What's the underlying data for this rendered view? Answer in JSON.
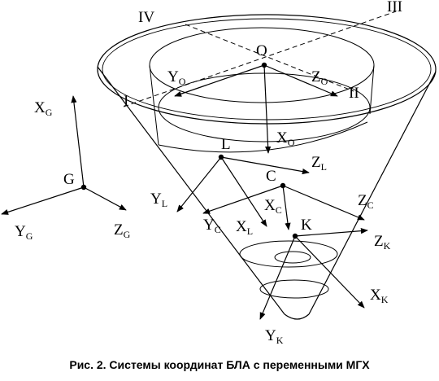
{
  "caption": "Рис. 2. Системы координат БЛА с переменными МГХ",
  "section_labels": [
    "I",
    "II",
    "III",
    "IV"
  ],
  "points": [
    "O",
    "L",
    "C",
    "K",
    "G"
  ],
  "axes": {
    "O": [
      {
        "base": "Y",
        "sub": "O"
      },
      {
        "base": "Z",
        "sub": "O"
      },
      {
        "base": "X",
        "sub": "O"
      }
    ],
    "L": [
      {
        "base": "Z",
        "sub": "L"
      },
      {
        "base": "Y",
        "sub": "L"
      },
      {
        "base": "X",
        "sub": "L"
      }
    ],
    "C": [
      {
        "base": "X",
        "sub": "C"
      },
      {
        "base": "Z",
        "sub": "C"
      },
      {
        "base": "Y",
        "sub": "C"
      }
    ],
    "K": [
      {
        "base": "Z",
        "sub": "K"
      },
      {
        "base": "X",
        "sub": "K"
      },
      {
        "base": "Y",
        "sub": "K"
      }
    ],
    "G": [
      {
        "base": "X",
        "sub": "G"
      },
      {
        "base": "Y",
        "sub": "G"
      },
      {
        "base": "Z",
        "sub": "G"
      }
    ]
  }
}
